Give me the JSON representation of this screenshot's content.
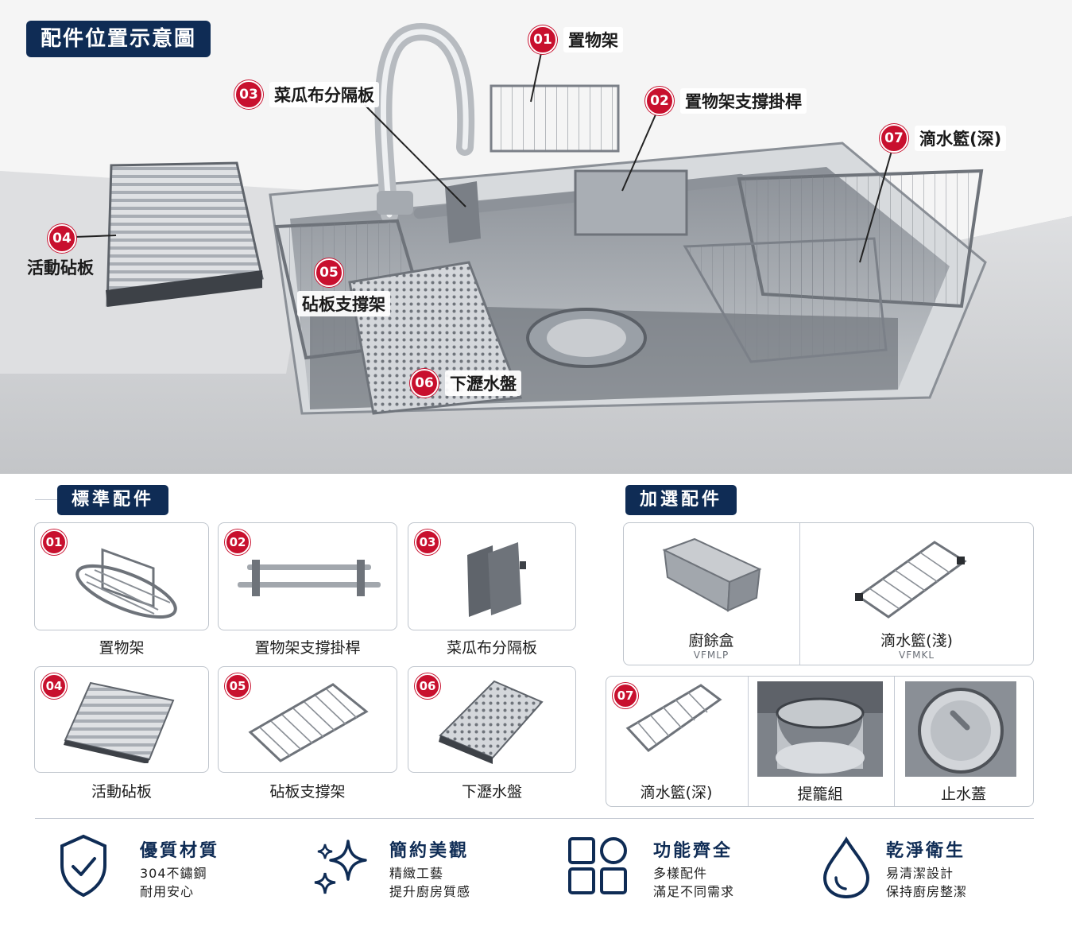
{
  "hero": {
    "title": "配件位置示意圖",
    "callouts": [
      {
        "num": "01",
        "label": "置物架"
      },
      {
        "num": "02",
        "label": "置物架支撐掛桿"
      },
      {
        "num": "03",
        "label": "菜瓜布分隔板"
      },
      {
        "num": "04",
        "label": "活動砧板"
      },
      {
        "num": "05",
        "label": "砧板支撐架"
      },
      {
        "num": "06",
        "label": "下瀝水盤"
      },
      {
        "num": "07",
        "label": "滴水籃(深)"
      }
    ]
  },
  "standard": {
    "title": "標準配件",
    "items": [
      {
        "num": "01",
        "label": "置物架"
      },
      {
        "num": "02",
        "label": "置物架支撐掛桿"
      },
      {
        "num": "03",
        "label": "菜瓜布分隔板"
      },
      {
        "num": "04",
        "label": "活動砧板"
      },
      {
        "num": "05",
        "label": "砧板支撐架"
      },
      {
        "num": "06",
        "label": "下瀝水盤"
      }
    ]
  },
  "optional": {
    "title": "加選配件",
    "items": [
      {
        "label": "廚餘盒",
        "code": "VFMLP"
      },
      {
        "label": "滴水籃(淺)",
        "code": "VFMKL"
      },
      {
        "num": "07",
        "label": "滴水籃(深)"
      },
      {
        "label": "提籠組"
      },
      {
        "label": "止水蓋"
      }
    ]
  },
  "features": [
    {
      "icon": "shield-check-icon",
      "title": "優質材質",
      "line1": "304不鏽鋼",
      "line2": "耐用安心"
    },
    {
      "icon": "sparkle-icon",
      "title": "簡約美觀",
      "line1": "精緻工藝",
      "line2": "提升廚房質感"
    },
    {
      "icon": "grid-shapes-icon",
      "title": "功能齊全",
      "line1": "多樣配件",
      "line2": "滿足不同需求"
    },
    {
      "icon": "water-drop-icon",
      "title": "乾淨衛生",
      "line1": "易清潔設計",
      "line2": "保持廚房整潔"
    }
  ],
  "colors": {
    "navy": "#0f2c55",
    "red": "#c8102e",
    "steel": "#b9bec5"
  }
}
